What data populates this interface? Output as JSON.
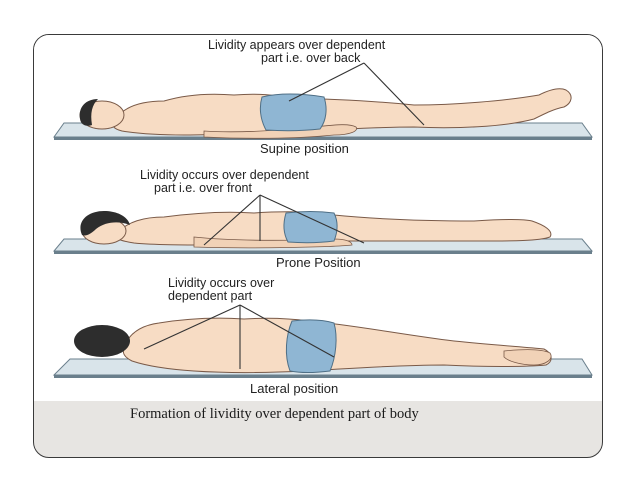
{
  "figure": {
    "panels": [
      {
        "note_line1": "Lividity appears over dependent",
        "note_line2": "part i.e. over back",
        "position_label": "Supine position"
      },
      {
        "note_line1": "Lividity occurs over dependent",
        "note_line2": "part i.e. over front",
        "position_label": "Prone Position"
      },
      {
        "note_line1": "Lividity occurs over",
        "note_line2": "dependent part",
        "position_label": "Lateral position"
      }
    ]
  },
  "caption": "Formation of lividity over dependent part of body",
  "colors": {
    "skin": "#f7dcc4",
    "skin_outline": "#7a5a48",
    "hair": "#2d2d2d",
    "shorts": "#8fb6d3",
    "table_top": "#d9e4ea",
    "table_edge": "#6a7f8c",
    "frame_bg": "#e7e5e2"
  }
}
